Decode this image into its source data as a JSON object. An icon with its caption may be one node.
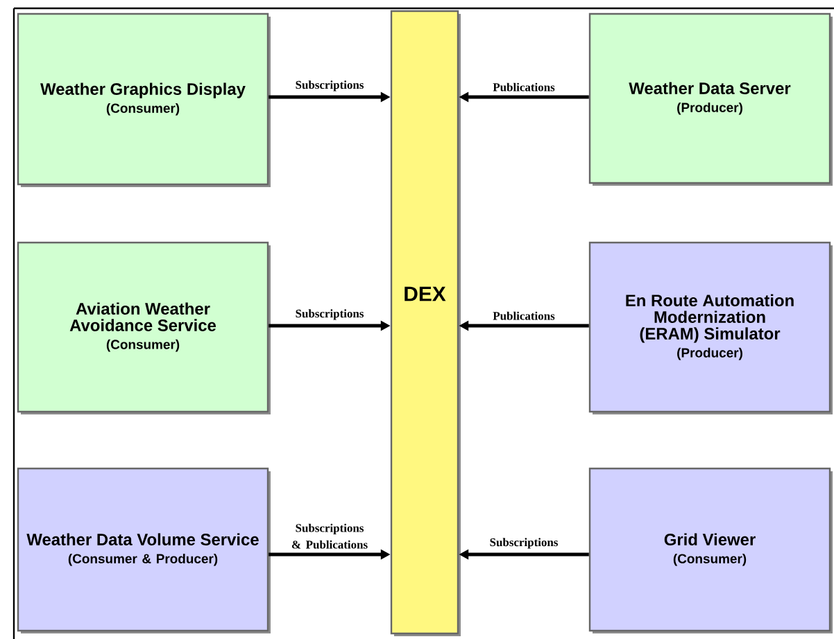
{
  "diagram": {
    "nodes": [
      {
        "text": [
          "Weather Graphics Display",
          "(Consumer)"
        ]
      },
      {
        "text": [
          "Weather Data Server",
          "(Producer)"
        ]
      },
      {
        "text": [
          "DEX"
        ]
      },
      {
        "text": [
          "Aviation Weather Avoidance Service",
          "(Consumer)"
        ]
      },
      {
        "text": [
          "En Route Automation Modernization (ERAM) Simulator",
          "(Producer)"
        ]
      },
      {
        "text": [
          "Weather Data Volume Service",
          "(Consumer & Producer)"
        ]
      },
      {
        "text": [
          "Grid Viewer",
          "(Consumer)"
        ]
      }
    ],
    "edges": [
      {
        "from": 0,
        "to": 2,
        "arrow": "to",
        "label": "Subscriptions"
      },
      {
        "from": 1,
        "to": 2,
        "arrow": "to",
        "label": "Publications"
      },
      {
        "from": 3,
        "to": 2,
        "arrow": "to",
        "label": "Subscriptions"
      },
      {
        "from": 4,
        "to": 2,
        "arrow": "to",
        "label": "Publications"
      },
      {
        "from": 5,
        "to": 2,
        "arrow": "to",
        "label": "Subscriptions & Publications"
      },
      {
        "from": 6,
        "to": 2,
        "arrow": "to",
        "label": "Subscriptions"
      }
    ]
  }
}
